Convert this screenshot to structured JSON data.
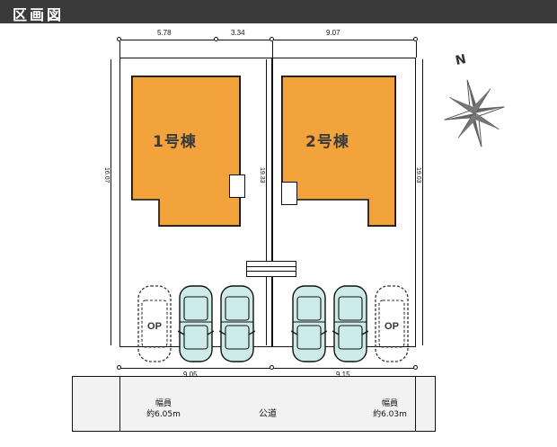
{
  "header": {
    "title": "区画図"
  },
  "dimensions": {
    "top": [
      {
        "label": "5.78"
      },
      {
        "label": "3.34"
      },
      {
        "label": "9.07"
      }
    ],
    "left": {
      "label": "16.07"
    },
    "middle": {
      "label": "19.33"
    },
    "right": {
      "label": "19.03"
    },
    "bottom": [
      {
        "label": "9.05"
      },
      {
        "label": "9.15"
      }
    ]
  },
  "buildings": [
    {
      "name": "1号棟"
    },
    {
      "name": "2号棟"
    }
  ],
  "road": {
    "center_label": "公道",
    "left_width_title": "幅員",
    "left_width_value": "約6.05m",
    "right_width_title": "幅員",
    "right_width_value": "約6.03m"
  },
  "compass": {
    "north_label": "N"
  },
  "parking": {
    "left": [
      {
        "type": "dashed",
        "label": "OP"
      },
      {
        "type": "solid",
        "label": ""
      },
      {
        "type": "solid",
        "label": ""
      }
    ],
    "right": [
      {
        "type": "solid",
        "label": ""
      },
      {
        "type": "solid",
        "label": ""
      },
      {
        "type": "dashed",
        "label": "OP"
      }
    ]
  },
  "colors": {
    "building_fill": "#F2A33C",
    "car_fill": "#CDEBE8",
    "road_fill": "#F2F2F2",
    "header_bg": "#3A3A3A",
    "line": "#111111"
  }
}
